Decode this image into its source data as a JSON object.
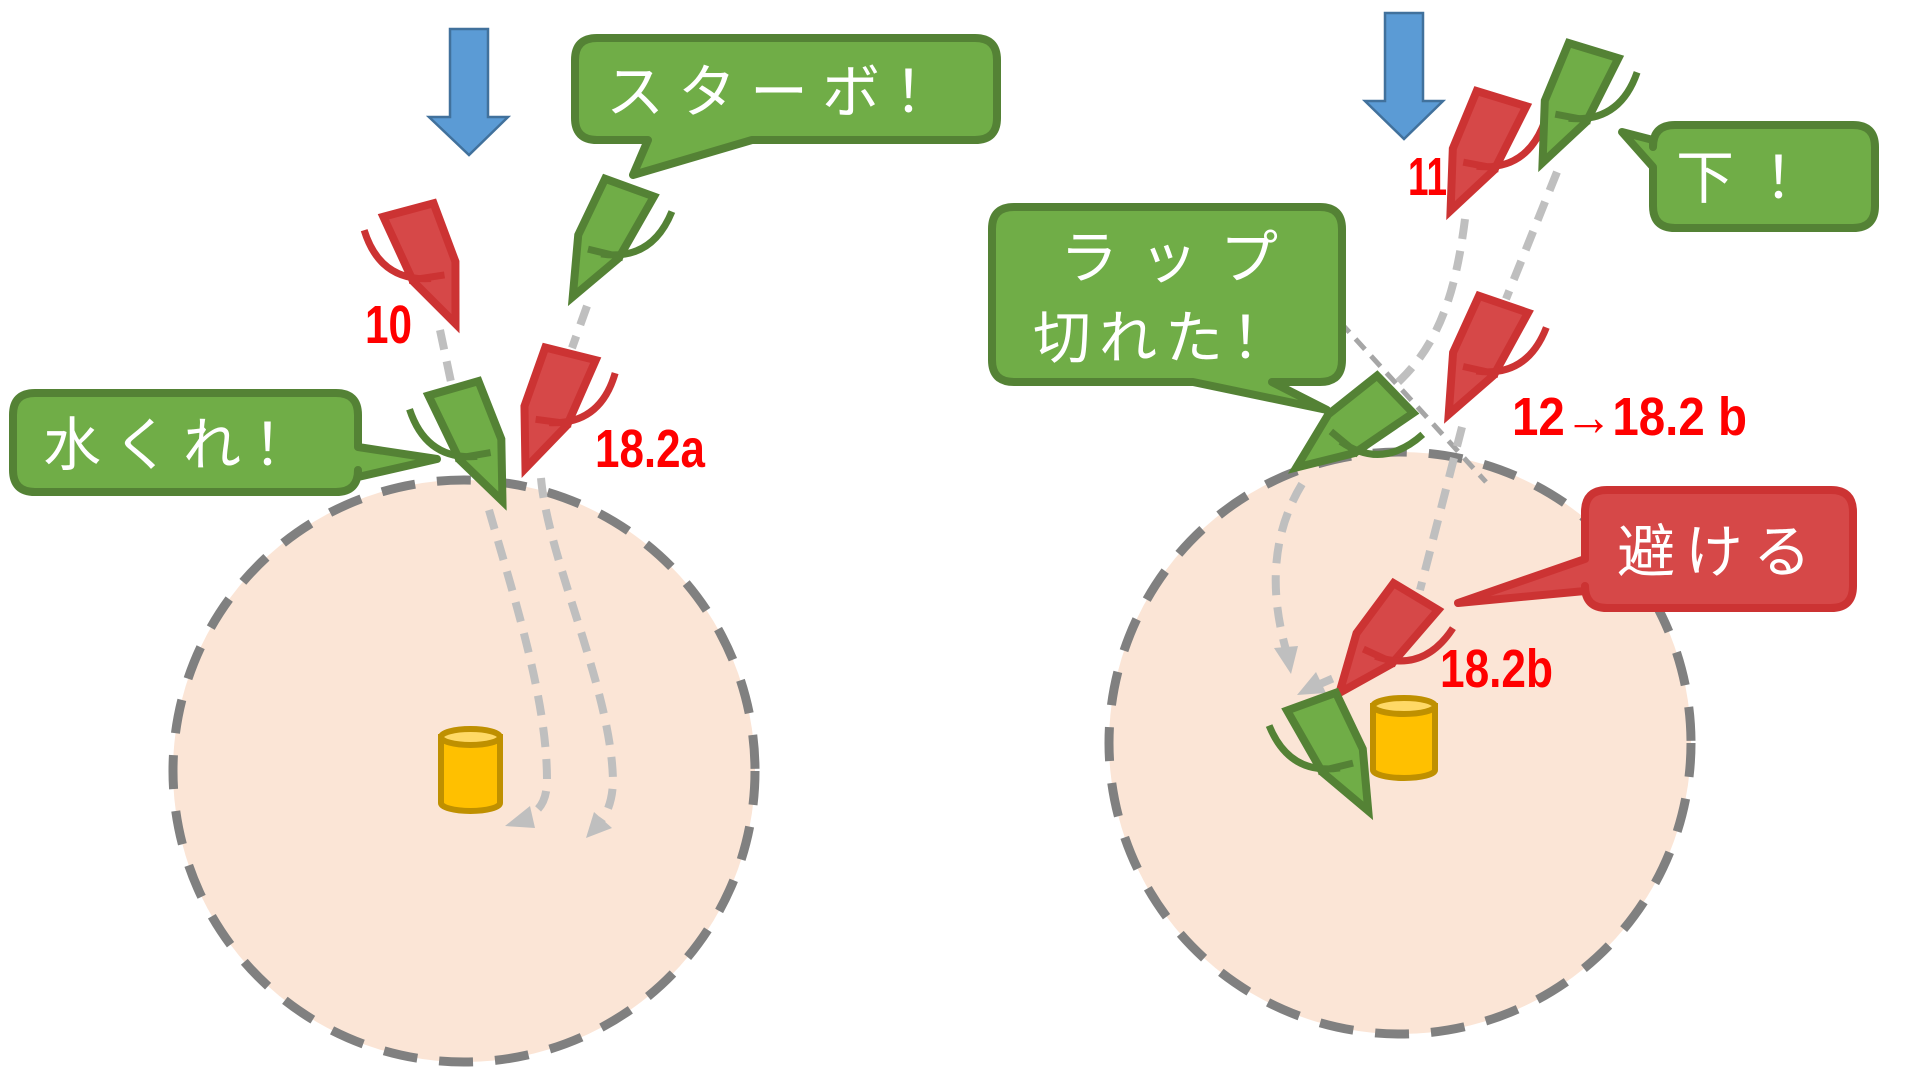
{
  "colors": {
    "green_team_fill": "#70AD47",
    "green_team_stroke": "#548235",
    "red_team_fill": "#D64848",
    "red_team_stroke": "#CC3333",
    "zone_fill": "#FBE5D6",
    "zone_stroke": "#808080",
    "path": "#BFBFBF",
    "mark_fill": "#FFC000",
    "wind_arrow": "#5B9BD5",
    "label": "#FF0000"
  },
  "icons": {
    "wind": "wind-arrow-down-icon",
    "mark": "cylinder-mark-icon",
    "boat": "sailboat-icon"
  },
  "left_scene": {
    "bubbles": {
      "starboard": "スターボ！",
      "water": "水くれ！"
    },
    "labels": {
      "red_first": "10",
      "red_second": "18.2a"
    }
  },
  "right_scene": {
    "bubbles": {
      "overlap_line1": "ラップ",
      "overlap_line2": "切れた！",
      "leeward": "下！",
      "avoid": "避ける"
    },
    "labels": {
      "red_first": "11",
      "red_second": "12→18.2 b",
      "red_third": "18.2b"
    }
  }
}
